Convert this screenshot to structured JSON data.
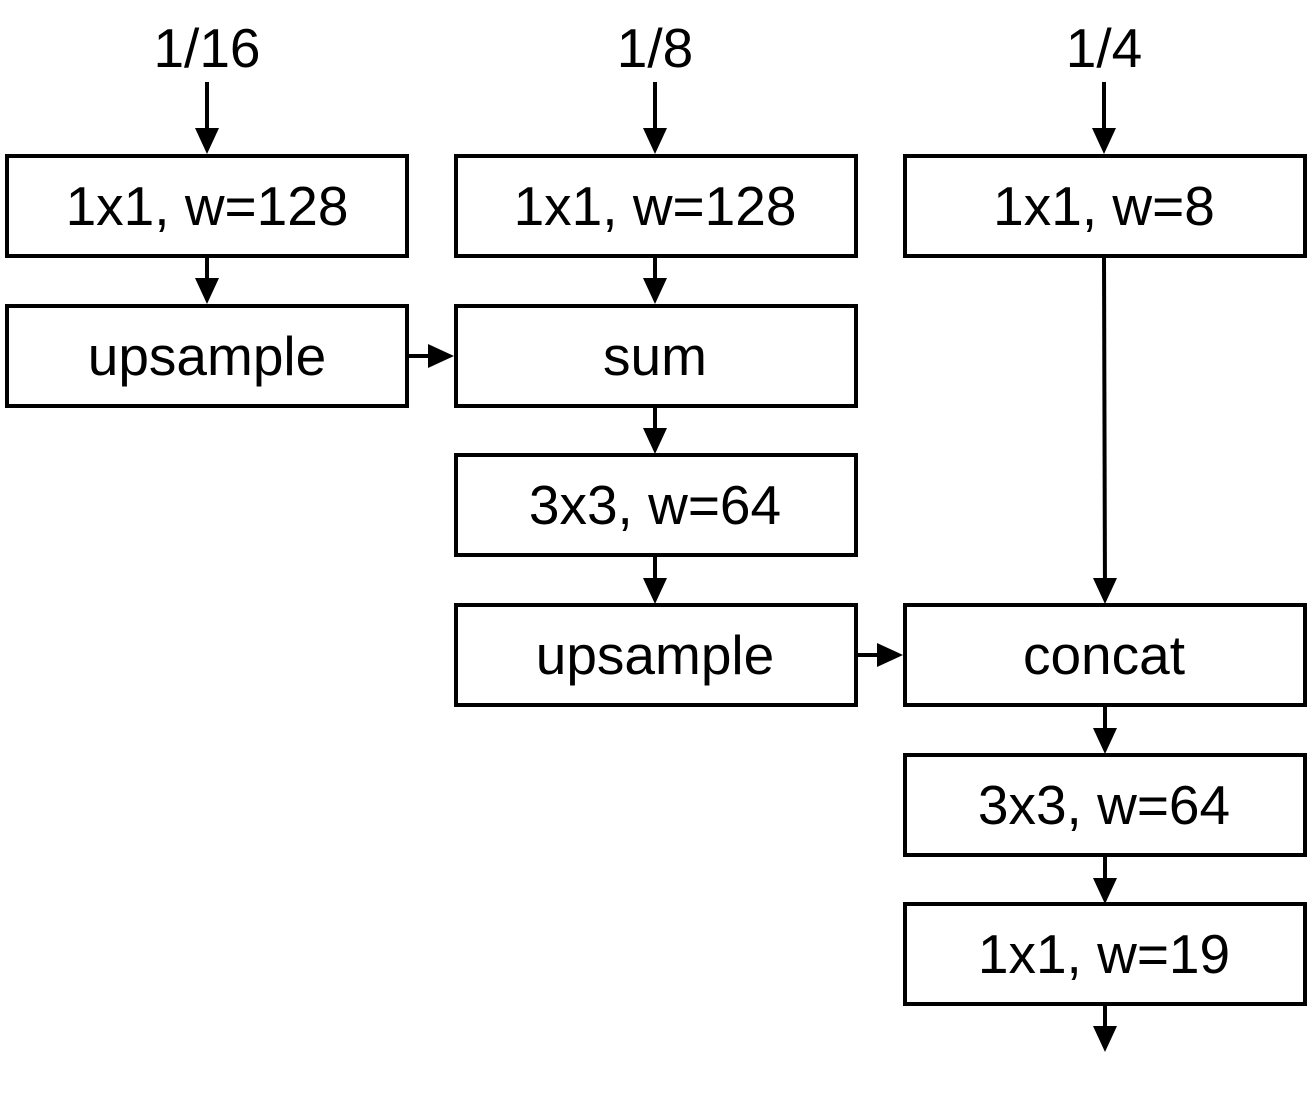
{
  "inputs": {
    "scale_16": "1/16",
    "scale_8": "1/8",
    "scale_4": "1/4"
  },
  "branch_16": {
    "conv": "1x1, w=128",
    "upsample": "upsample"
  },
  "branch_8": {
    "conv": "1x1, w=128",
    "sum": "sum",
    "conv3": "3x3, w=64",
    "upsample": "upsample"
  },
  "branch_4": {
    "conv": "1x1, w=8",
    "concat": "concat",
    "conv3": "3x3, w=64",
    "conv_out": "1x1, w=19"
  }
}
